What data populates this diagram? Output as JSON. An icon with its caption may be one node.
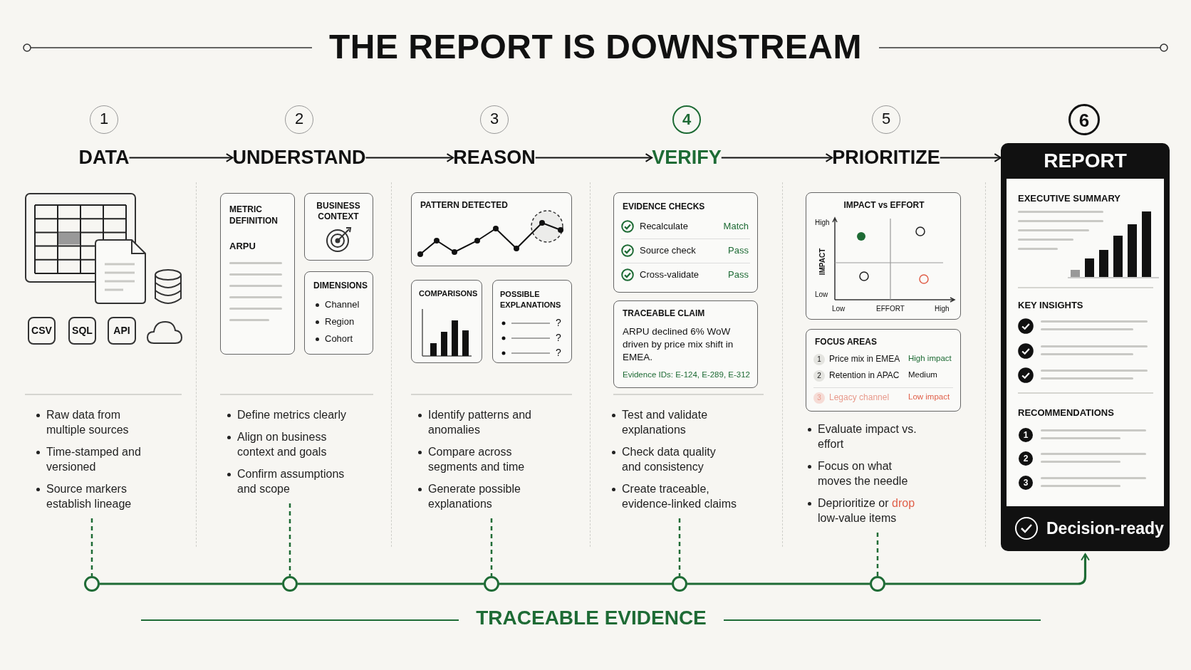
{
  "diagram": {
    "title": "THE REPORT IS DOWNSTREAM",
    "caption": "TRACEABLE EVIDENCE",
    "nodes": [
      {
        "text": [
          "1"
        ]
      },
      {
        "text": [
          "DATA"
        ]
      },
      {
        "text": [
          "2"
        ]
      },
      {
        "text": [
          "UNDERSTAND"
        ]
      },
      {
        "text": [
          "3"
        ]
      },
      {
        "text": [
          "REASON"
        ]
      },
      {
        "text": [
          "4"
        ]
      },
      {
        "text": [
          "VERIFY"
        ]
      },
      {
        "text": [
          "5"
        ]
      },
      {
        "text": [
          "PRIORITIZE"
        ]
      },
      {
        "text": [
          "6"
        ]
      },
      {
        "text": [
          "REPORT",
          "Decision-ready"
        ]
      },
      {
        "text": [
          "EXECUTIVE SUMMARY",
          "KEY INSIGHTS",
          "RECOMMENDATIONS"
        ],
        "in": 11
      },
      {
        "text": [
          "1"
        ],
        "in": 12
      },
      {
        "text": [
          "2"
        ],
        "in": 12
      },
      {
        "text": [
          "3"
        ],
        "in": 12
      },
      {
        "text": [
          "CSV"
        ]
      },
      {
        "text": [
          "SQL"
        ]
      },
      {
        "text": [
          "API"
        ]
      },
      {
        "text": [
          "METRIC DEFINITION",
          "ARPU"
        ]
      },
      {
        "text": [
          "BUSINESS CONTEXT"
        ]
      },
      {
        "text": [
          "DIMENSIONS",
          "Channel",
          "Region",
          "Cohort"
        ]
      },
      {
        "text": [
          "PATTERN DETECTED"
        ]
      },
      {
        "text": [
          "COMPARISONS"
        ]
      },
      {
        "text": [
          "POSSIBLE EXPLANATIONS",
          "?",
          "?",
          "?"
        ]
      },
      {
        "text": [
          "EVIDENCE CHECKS",
          "Recalculate",
          "Match",
          "Source check",
          "Pass",
          "Cross-validate",
          "Pass"
        ]
      },
      {
        "text": [
          "TRACEABLE CLAIM",
          "ARPU declined 6% WoW driven by price mix shift in EMEA.",
          "Evidence IDs: E-124, E-289, E-312"
        ]
      },
      {
        "text": [
          "IMPACT vs EFFORT",
          "High",
          "IMPACT",
          "Low",
          "Low",
          "EFFORT",
          "High"
        ]
      },
      {
        "text": [
          "FOCUS AREAS",
          "1",
          "Price mix in EMEA",
          "High impact",
          "2",
          "Retention in APAC",
          "Medium",
          "3",
          "Legacy channel",
          "Low impact"
        ]
      },
      {
        "text": [
          "Raw data from multiple sources",
          "Time-stamped and versioned",
          "Source markers establish lineage"
        ]
      },
      {
        "text": [
          "Define metrics clearly",
          "Align on business context and goals",
          "Confirm assumptions and scope"
        ]
      },
      {
        "text": [
          "Identify patterns and anomalies",
          "Compare across segments and time",
          "Generate possible explanations"
        ]
      },
      {
        "text": [
          "Test and validate explanations",
          "Check data quality and consistency",
          "Create traceable, evidence-linked claims"
        ]
      },
      {
        "text": [
          "Evaluate impact vs. effort",
          "Focus on what moves the needle",
          "Deprioritize or **drop** low-value items"
        ]
      },
      {
        "text": [],
        "shape": "circle"
      },
      {
        "text": [],
        "shape": "circle"
      },
      {
        "text": [],
        "shape": "circle"
      },
      {
        "text": [],
        "shape": "circle"
      },
      {
        "text": [],
        "shape": "circle"
      }
    ],
    "edges": [
      {
        "from": 1,
        "to": 3,
        "arrow": "to",
        "color": "#111111"
      },
      {
        "from": 3,
        "to": 5,
        "arrow": "to",
        "color": "#111111"
      },
      {
        "from": 5,
        "to": 7,
        "arrow": "to",
        "color": "#111111"
      },
      {
        "from": 7,
        "to": 9,
        "arrow": "to",
        "color": "#111111"
      },
      {
        "from": 9,
        "to": 11,
        "arrow": "to",
        "color": "#111111"
      },
      {
        "from": 29,
        "to": 34,
        "arrow": "none",
        "style": "dashed"
      },
      {
        "from": 30,
        "to": 35,
        "arrow": "none",
        "style": "dashed"
      },
      {
        "from": 31,
        "to": 36,
        "arrow": "none",
        "style": "dashed"
      },
      {
        "from": 32,
        "to": 37,
        "arrow": "none",
        "style": "dashed"
      },
      {
        "from": 33,
        "to": 38,
        "arrow": "none",
        "style": "dashed"
      },
      {
        "from": 34,
        "to": 35,
        "arrow": "none"
      },
      {
        "from": 35,
        "to": 36,
        "arrow": "none"
      },
      {
        "from": 36,
        "to": 37,
        "arrow": "none"
      },
      {
        "from": 37,
        "to": 38,
        "arrow": "none"
      },
      {
        "from": 38,
        "to": 11,
        "arrow": "to"
      }
    ]
  }
}
